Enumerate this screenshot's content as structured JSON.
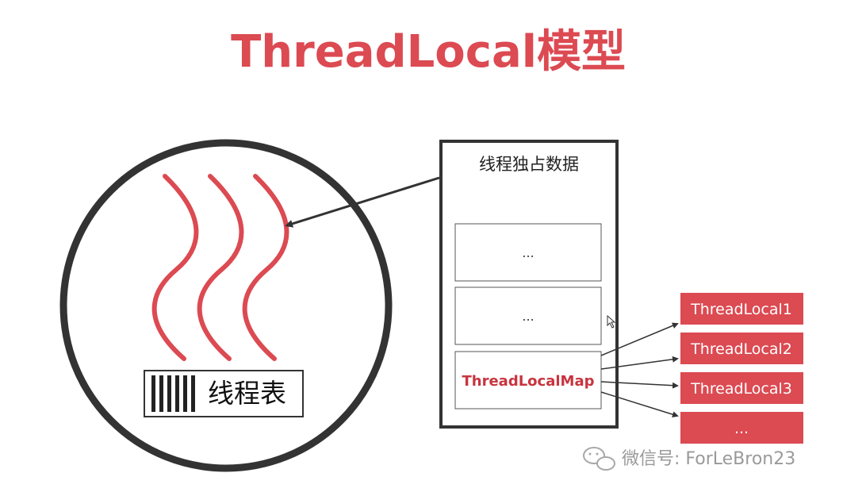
{
  "title": "ThreadLocal模型",
  "thread": {
    "table_label": "线程表"
  },
  "data_box": {
    "title": "线程独占数据",
    "slots": [
      "...",
      "..."
    ],
    "map_label": "ThreadLocalMap"
  },
  "thread_locals": [
    "ThreadLocal1",
    "ThreadLocal2",
    "ThreadLocal3",
    "..."
  ],
  "watermark": "微信号: ForLeBron23",
  "colors": {
    "accent": "#dc4a52",
    "box_fill": "#dc4a52",
    "map_text": "#c8343f",
    "outline": "#333333",
    "watermark": "#9a9a9a"
  }
}
